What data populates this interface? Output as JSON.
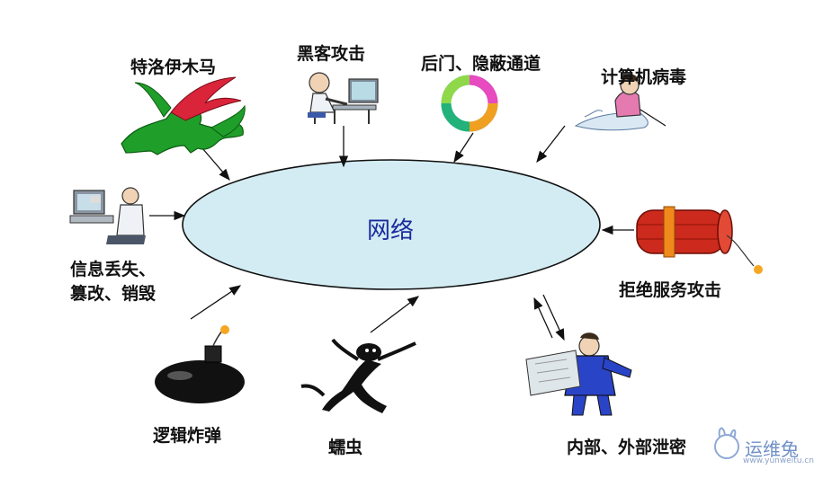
{
  "center": {
    "label": "网络"
  },
  "threats": {
    "trojan": "特洛伊木马",
    "hacker": "黑客攻击",
    "backdoor": "后门、隐蔽通道",
    "virus": "计算机病毒",
    "info_loss_line1": "信息丢失、",
    "info_loss_line2": "篡改、销毁",
    "dos": "拒绝服务攻击",
    "logic_bomb": "逻辑炸弹",
    "worm": "蠕虫",
    "leak": "内部、外部泄密"
  },
  "watermark": {
    "text": "运维兔",
    "url": "www.yunweitu.cn"
  },
  "colors": {
    "ellipse_fill": "#d3ecf3",
    "center_text": "#1a2a9c",
    "dragon": "#1f9e2a",
    "dynamite": "#cc2a1c"
  }
}
